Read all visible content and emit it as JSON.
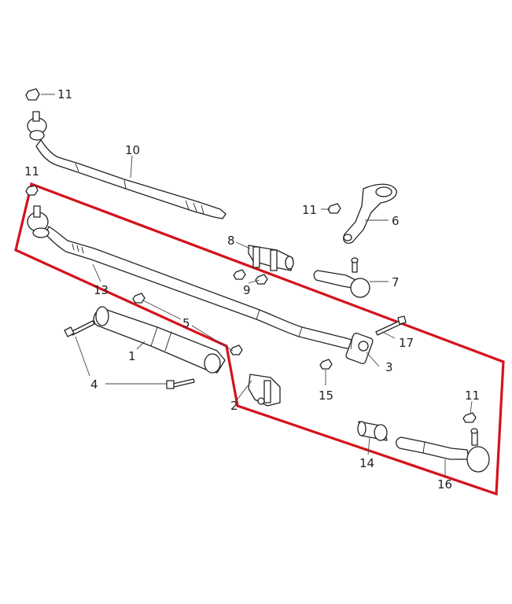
{
  "diagram": {
    "highlight_color": "#d4121c",
    "callouts": [
      {
        "id": "c11a",
        "label": "11"
      },
      {
        "id": "c10",
        "label": "10"
      },
      {
        "id": "c11b",
        "label": "11"
      },
      {
        "id": "c11c",
        "label": "11"
      },
      {
        "id": "c6",
        "label": "6"
      },
      {
        "id": "c8",
        "label": "8"
      },
      {
        "id": "c9",
        "label": "9"
      },
      {
        "id": "c7",
        "label": "7"
      },
      {
        "id": "c13",
        "label": "13"
      },
      {
        "id": "c5",
        "label": "5"
      },
      {
        "id": "c1",
        "label": "1"
      },
      {
        "id": "c17",
        "label": "17"
      },
      {
        "id": "c3",
        "label": "3"
      },
      {
        "id": "c4",
        "label": "4"
      },
      {
        "id": "c2",
        "label": "2"
      },
      {
        "id": "c15",
        "label": "15"
      },
      {
        "id": "c11d",
        "label": "11"
      },
      {
        "id": "c14",
        "label": "14"
      },
      {
        "id": "c16",
        "label": "16"
      }
    ]
  }
}
